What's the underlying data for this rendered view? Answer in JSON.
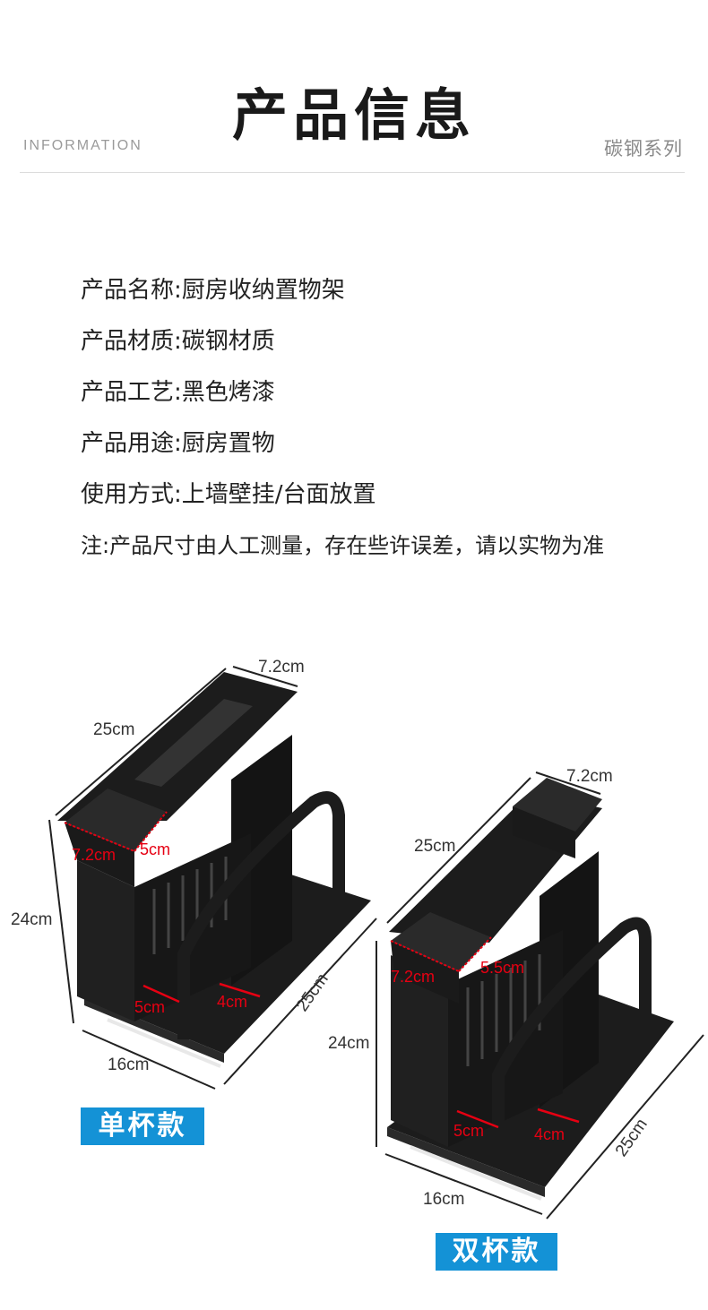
{
  "header": {
    "title": "产品信息",
    "subtitle_en": "INFORMATION",
    "series": "碳钢系列"
  },
  "specs": [
    "产品名称:厨房收纳置物架",
    "产品材质:碳钢材质",
    "产品工艺:黑色烤漆",
    "产品用途:厨房置物",
    "使用方式:上墙壁挂/台面放置"
  ],
  "note": "注:产品尺寸由人工测量，存在些许误差，请以实物为准",
  "products": {
    "single": {
      "label": "单杯款",
      "dims": {
        "top_width": "7.2cm",
        "length": "25cm",
        "height": "24cm",
        "base_width": "16cm",
        "base_length": "25cm",
        "cup_width": "7.2cm",
        "cup_depth": "5cm",
        "slot_a": "5cm",
        "slot_b": "4cm"
      }
    },
    "double": {
      "label": "双杯款",
      "dims": {
        "top_width": "7.2cm",
        "length": "25cm",
        "height": "24cm",
        "base_width": "16cm",
        "base_length": "25cm",
        "cup_width": "7.2cm",
        "cup_depth": "5.5cm",
        "slot_a": "5cm",
        "slot_b": "4cm"
      }
    }
  },
  "colors": {
    "badge": "#1492d6",
    "rack": "#1c1c1c",
    "dimension_red": "#e60012"
  }
}
